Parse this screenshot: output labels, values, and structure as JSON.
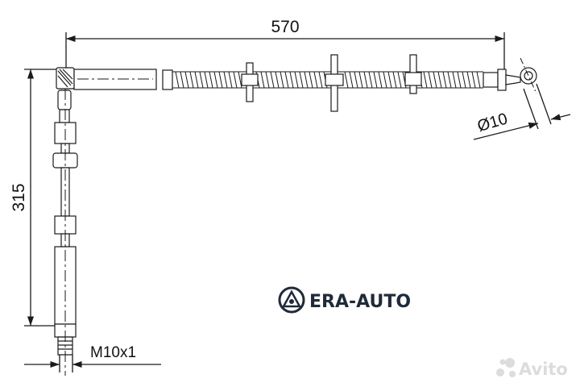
{
  "dimensions": {
    "horizontal_length": "570",
    "vertical_length": "315",
    "eye_diameter": "Ø10",
    "thread": "M10x1"
  },
  "watermarks": {
    "brand": "ERA-AUTO",
    "marketplace": "Avito"
  },
  "colors": {
    "line": "#1a1a1a",
    "watermark_brand": "#1f2a3a",
    "watermark_market": "#d9d9d9"
  }
}
